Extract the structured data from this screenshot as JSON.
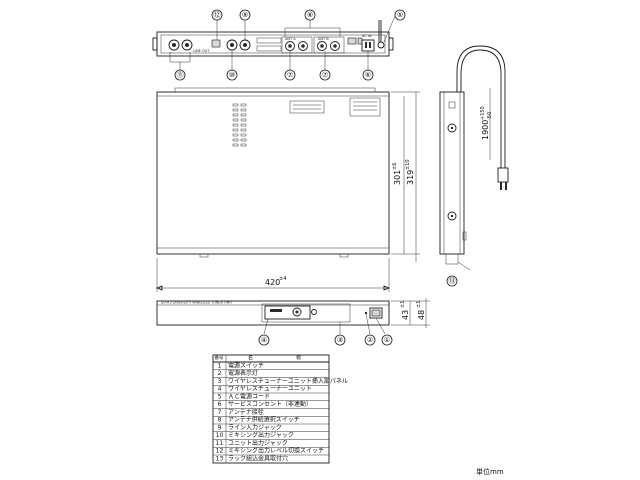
{
  "callouts": [
    "⑫",
    "⑨",
    "⑧",
    "⑤",
    "⑪",
    "⑩",
    "⑦",
    "⑦",
    "⑥",
    "⑬",
    "④",
    "③",
    "②",
    "①"
  ],
  "dimensions": {
    "width_main": "420",
    "width_tol": "±4",
    "depth_inner": "301",
    "depth_inner_tol": "±6",
    "depth_outer": "319",
    "depth_outer_tol": "±10",
    "cord_length": "1900",
    "cord_tol_plus": "+150",
    "cord_tol_minus": "-50",
    "height_body": "43",
    "height_body_tol": "±1",
    "height_total": "48",
    "height_total_tol": "±1"
  },
  "panel_labels": {
    "front_model": "SU-R3  DIVERSITY WIRELESS TUNER UNIT",
    "rear_label_left": "LINE OUT",
    "rear_label_ant_a": "ANT A",
    "rear_label_ant_b": "ANT B",
    "rear_label_power": "AC IN"
  },
  "table": {
    "header_no": "番号",
    "header_name_1": "名",
    "header_name_2": "称",
    "rows": [
      {
        "no": "1",
        "name": "電源スイッチ"
      },
      {
        "no": "2",
        "name": "電源表示灯"
      },
      {
        "no": "3",
        "name": "ワイヤレスチューナーユニット挿入部パネル"
      },
      {
        "no": "4",
        "name": "ワイヤレスチューナーユニット"
      },
      {
        "no": "5",
        "name": "ＡＣ電源コード"
      },
      {
        "no": "6",
        "name": "サービスコンセント（非連動）"
      },
      {
        "no": "7",
        "name": "アンテナ接栓"
      },
      {
        "no": "8",
        "name": "アンテナ供給選択スイッチ"
      },
      {
        "no": "9",
        "name": "ライン入力ジャック"
      },
      {
        "no": "10",
        "name": "ミキシング出力ジャック"
      },
      {
        "no": "11",
        "name": "ユニット出力ジャック"
      },
      {
        "no": "12",
        "name": "ミキシング出力レベル切換スイッチ"
      },
      {
        "no": "13",
        "name": "ラック組込金具取付穴"
      }
    ]
  },
  "unit_note": "単位mm"
}
